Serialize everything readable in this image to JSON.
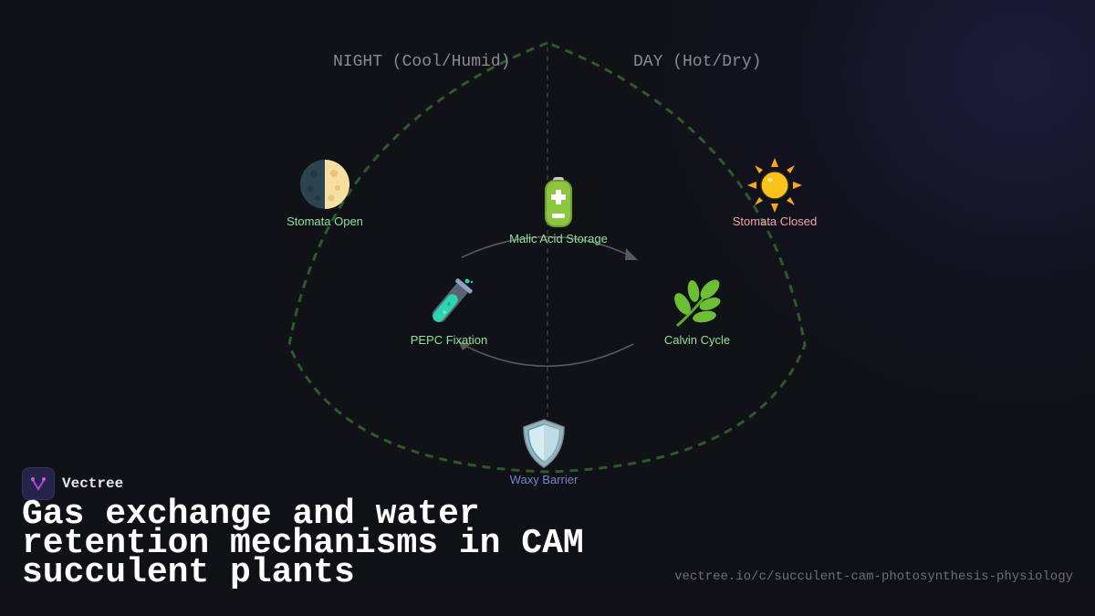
{
  "diagram": {
    "phases": {
      "night": "NIGHT (Cool/Humid)",
      "day": "DAY (Hot/Dry)"
    },
    "nodes": [
      {
        "id": "stomata-open",
        "label": "Stomata Open",
        "icon": "moon-icon",
        "color": "#8fe39a"
      },
      {
        "id": "malic-acid-storage",
        "label": "Malic Acid Storage",
        "icon": "battery-icon",
        "color": "#8fe39a"
      },
      {
        "id": "stomata-closed",
        "label": "Stomata Closed",
        "icon": "sun-icon",
        "color": "#f4a3a8"
      },
      {
        "id": "pepc-fixation",
        "label": "PEPC Fixation",
        "icon": "test-tube-icon",
        "color": "#8fe39a"
      },
      {
        "id": "calvin-cycle",
        "label": "Calvin Cycle",
        "icon": "herb-icon",
        "color": "#8fe39a"
      },
      {
        "id": "waxy-barrier",
        "label": "Waxy Barrier",
        "icon": "shield-icon",
        "color": "#6f86c0"
      }
    ],
    "colors": {
      "leaf_outline": "#2e5a2a",
      "divider": "#3c3c42",
      "cycle_arrows": "#5a5a5e"
    }
  },
  "footer": {
    "brand": "Vectree",
    "title": "Gas exchange and water retention mechanisms in CAM succulent plants",
    "url": "vectree.io/c/succulent-cam-photosynthesis-physiology"
  }
}
